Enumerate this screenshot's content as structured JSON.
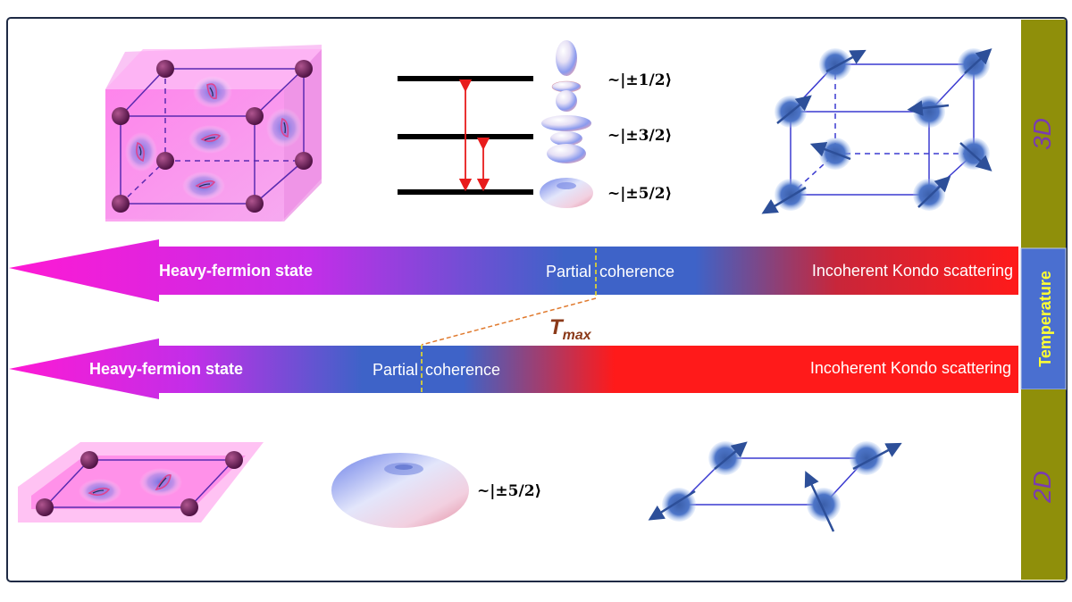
{
  "colors": {
    "border": "#1e2a44",
    "olive": "#8f8f0a",
    "temp_blue": "#4a6fd0",
    "temp_text": "#ffff33",
    "dim_text": "#7a3bb0",
    "arrow_magenta": "#ff19d4",
    "arrow_mid": "#3e63c8",
    "arrow_red": "#ff1a1a",
    "tmax": "#8b3a1a",
    "transition_red": "#e81c1c",
    "level_line": "#000000",
    "ion": "#6a1c5c",
    "spin": "#3b5faa"
  },
  "side": {
    "top_label": "3D",
    "mid_label": "Temperature",
    "bottom_label": "2D"
  },
  "levels": {
    "level1": "~|±1/2⟩",
    "level2": "~|±3/2⟩",
    "level3": "~|±5/2⟩"
  },
  "arrow3d": {
    "left": "Heavy-fermion state",
    "mid_a": "Partial",
    "mid_b": "coherence",
    "right": "Incoherent Kondo scattering"
  },
  "arrow2d": {
    "left": "Heavy-fermion state",
    "mid_a": "Partial",
    "mid_b": "coherence",
    "right": "Incoherent Kondo scattering"
  },
  "tmax": {
    "main": "T",
    "sub": "max"
  },
  "orbital2d": {
    "label": "~|±5/2⟩"
  },
  "icons": [
    "crystal-lattice-3d-icon",
    "crystal-lattice-2d-icon",
    "spin-lattice-3d-icon",
    "spin-lattice-2d-icon",
    "orbital-icon"
  ]
}
